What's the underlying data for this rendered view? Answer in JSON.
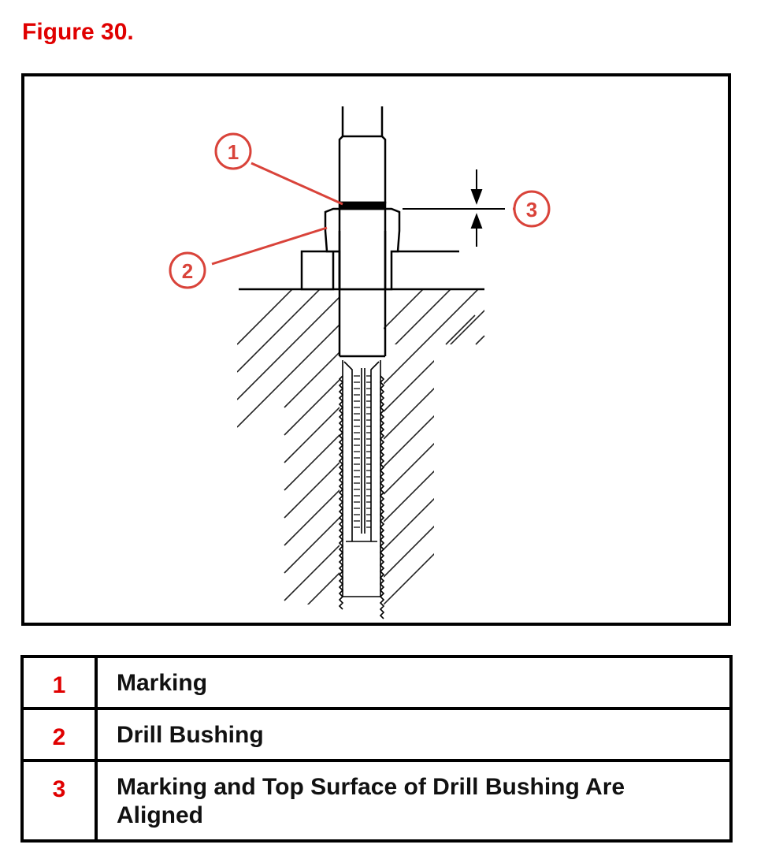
{
  "figure": {
    "title": "Figure 30."
  },
  "callouts": [
    {
      "number": "1",
      "label": "Marking"
    },
    {
      "number": "2",
      "label": "Drill Bushing"
    },
    {
      "number": "3",
      "label": "Marking and Top Surface of Drill Bushing Are Aligned"
    }
  ],
  "colors": {
    "callout": "#d9433a",
    "title": "#e00000",
    "line": "#000000"
  }
}
